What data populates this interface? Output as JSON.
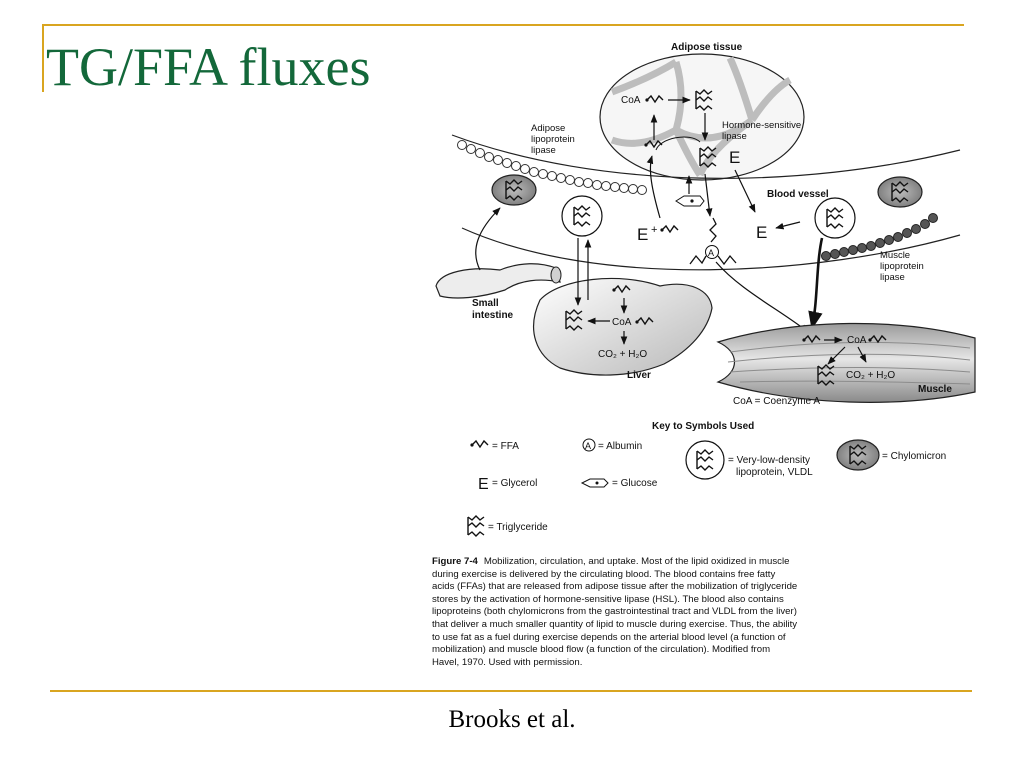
{
  "slide": {
    "title": "TG/FFA fluxes",
    "credit": "Brooks et al.",
    "accent_color": "#d9a520",
    "title_color": "#13683a"
  },
  "diagram": {
    "labels": {
      "adipose_tissue": "Adipose tissue",
      "adipose_lipase": [
        "Adipose",
        "lipoprotein",
        "lipase"
      ],
      "hormone_lipase": [
        "Hormone-sensitive",
        "lipase"
      ],
      "blood_vessel": "Blood vessel",
      "muscle_lipase": [
        "Muscle",
        "lipoprotein",
        "lipase"
      ],
      "small_intestine": [
        "Small",
        "intestine"
      ],
      "liver": "Liver",
      "muscle": "Muscle",
      "coa": "CoA",
      "co2_h2o": "CO₂ + H₂O",
      "glycerol_symbol": "E",
      "plus": "+",
      "albumin_symbol": "A",
      "coenzyme_note": "CoA = Coenzyme A"
    },
    "key": {
      "title": "Key to Symbols Used",
      "ffa": "= FFA",
      "albumin": "= Albumin",
      "vldl": [
        "= Very-low-density",
        "lipoprotein, VLDL"
      ],
      "chylomicron": "= Chylomicron",
      "glycerol": "= Glycerol",
      "glucose": "= Glucose",
      "triglyceride": "= Triglyceride"
    },
    "caption": {
      "label": "Figure 7-4",
      "text": "Mobilization, circulation, and uptake. Most of the lipid oxidized in muscle during exercise is delivered by the circulating blood. The blood contains free fatty acids (FFAs) that are released from adipose tissue after the mobilization of triglyceride stores by the activation of hormone-sensitive lipase (HSL). The blood also contains lipoproteins (both chylomicrons from the gastrointestinal tract and VLDL from the liver) that deliver a much smaller quantity of lipid to muscle during exercise. Thus, the ability to use fat as a fuel during exercise depends on the arterial blood level (a function of mobilization) and muscle blood flow (a function of the circulation). Modified from Havel, 1970. Used with permission."
    }
  }
}
